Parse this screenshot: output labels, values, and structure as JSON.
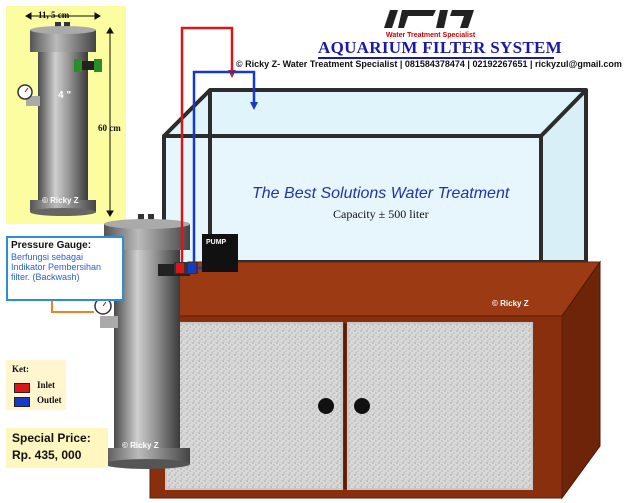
{
  "header": {
    "logo_sub": "Water Treatment Specialist",
    "title": "AQUARIUM FILTER SYSTEM",
    "contact": "© Ricky Z- Water Treatment Specialist | 081584378474 | 02192267651 | rickyzul@gmail.com"
  },
  "tank": {
    "slogan": "The Best Solutions Water Treatment",
    "capacity": "Capacity ± 500 liter",
    "copyright": "© Ricky Z"
  },
  "pump": {
    "label": "PUMP"
  },
  "filter_detail": {
    "width_label": "11, 5 cm",
    "height_label": "60 cm",
    "diameter_label": "4 \"",
    "copyright": "© Ricky Z"
  },
  "filter_installed": {
    "copyright": "© Ricky Z"
  },
  "pressure_gauge": {
    "title": "Pressure Gauge:",
    "description": "Berfungsi sebagai Indikator Pembersihan filter. (Backwash)"
  },
  "legend": {
    "title": "Ket:",
    "items": [
      {
        "label": "Inlet",
        "color": "#d81818"
      },
      {
        "label": "Outlet",
        "color": "#1838c8"
      }
    ]
  },
  "price": {
    "label": "Special Price:",
    "value": "Rp. 435, 000"
  },
  "colors": {
    "inlet_pipe": "#d81818",
    "outlet_pipe": "#1838c8",
    "cabinet": "#8a2f0e",
    "water": "#dff3fb",
    "detail_panel_bg": "#fcfca0",
    "title_blue": "#1a1aa6"
  }
}
